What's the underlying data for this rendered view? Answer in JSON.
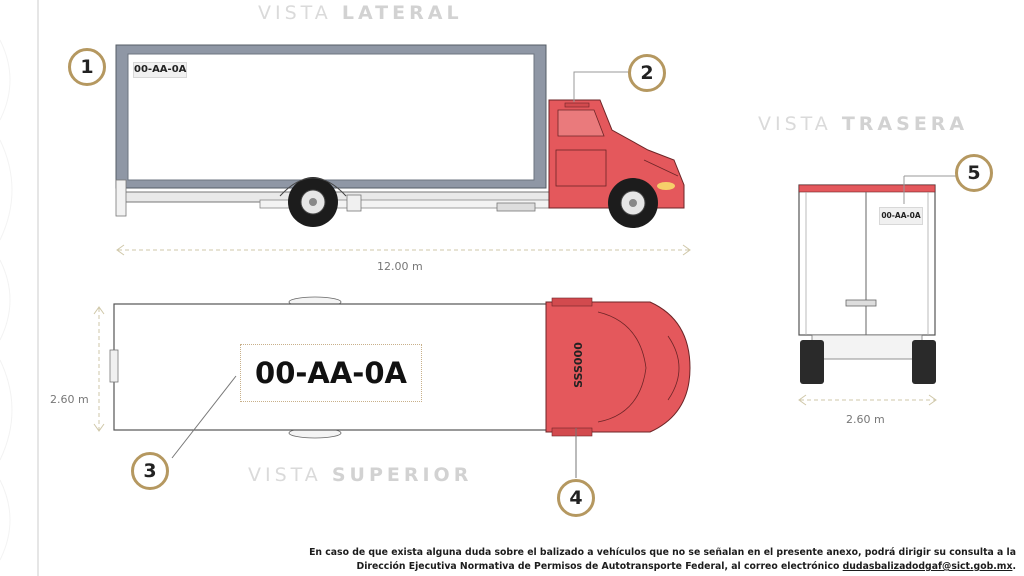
{
  "views": {
    "lateral": {
      "prefix": "VISTA",
      "name": "LATERAL"
    },
    "trasera": {
      "prefix": "VISTA",
      "name": "TRASERA"
    },
    "superior": {
      "prefix": "VISTA",
      "name": "SUPERIOR"
    }
  },
  "dimensions": {
    "length": "12.00 m",
    "width_top": "2.60 m",
    "width_rear": "2.60 m"
  },
  "plates": {
    "side": "00-AA-0A",
    "roof": "00-AA-0A",
    "rear": "00-AA-0A",
    "cab_roof": "SSS000"
  },
  "markers": [
    "1",
    "2",
    "3",
    "4",
    "5"
  ],
  "footer": {
    "text": "En caso de que exista alguna duda sobre el balizado a vehículos que no se señalan en el presente anexo, podrá dirigir su consulta a la Dirección Ejecutiva Normativa de Permisos de Autotransporte Federal, al correo electrónico",
    "email": "dudasbalizadodgaf@sict.gob.mx",
    "end": "."
  },
  "colors": {
    "cab": "#e4585c",
    "badge_ring": "#b59860",
    "box_frame": "#8f97a5"
  }
}
